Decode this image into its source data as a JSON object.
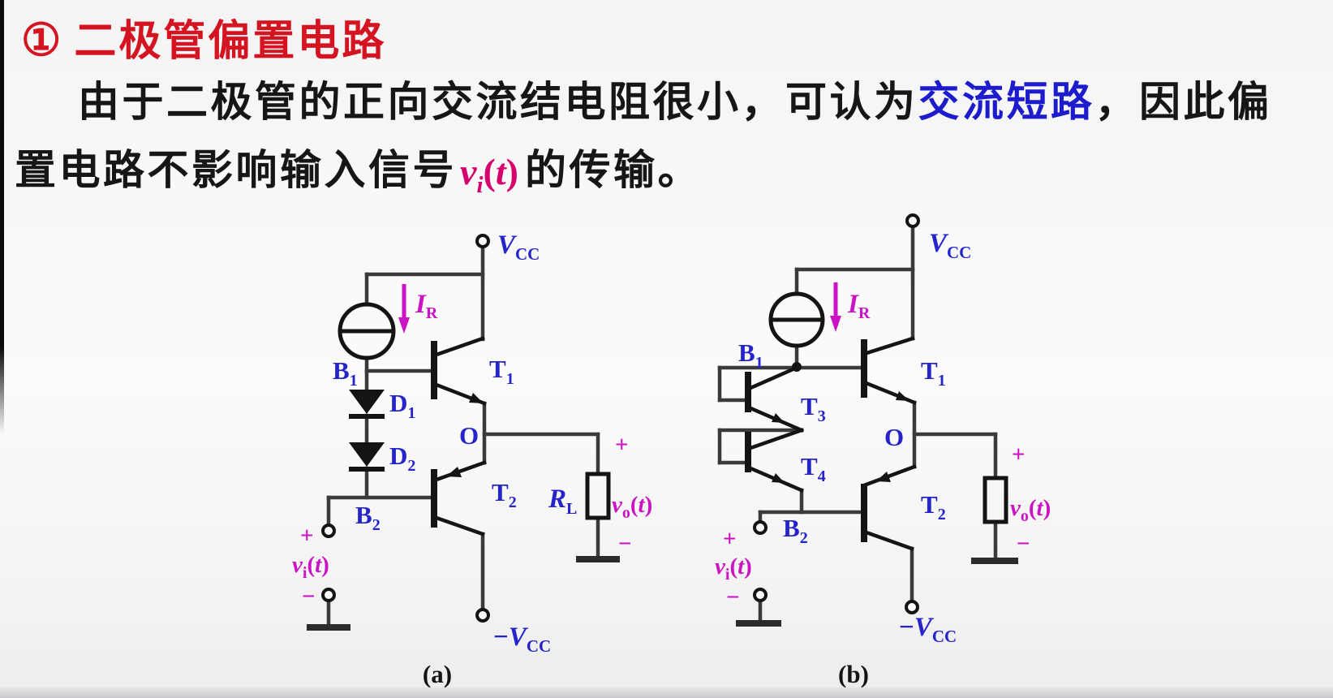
{
  "header": {
    "badge": "①",
    "title": "二极管偏置电路"
  },
  "paragraph": {
    "line1_part1": "由于二极管的正向交流结电阻很小，可认为",
    "line1_highlight": "交流短路",
    "line1_part2": "，因此偏",
    "line2_part1": "置电路不影响输入信号",
    "line2_part2": "的传输。"
  },
  "signals": {
    "vcc": {
      "base": "V",
      "sub": "CC"
    },
    "neg": "−",
    "ir": {
      "base": "I",
      "sub": "R"
    },
    "vi": {
      "base": "v",
      "sub": "i"
    },
    "vo": {
      "base": "v",
      "sub": "o"
    },
    "rl": {
      "base": "R",
      "sub": "L"
    },
    "plus": "+",
    "minus": "−",
    "open": "(",
    "t": "t",
    "close": ")"
  },
  "circuit_a": {
    "caption": "(a)",
    "labels": {
      "b1": {
        "base": "B",
        "sub": "1"
      },
      "b2": {
        "base": "B",
        "sub": "2"
      },
      "d1": {
        "base": "D",
        "sub": "1"
      },
      "d2": {
        "base": "D",
        "sub": "2"
      },
      "t1": {
        "base": "T",
        "sub": "1"
      },
      "t2": {
        "base": "T",
        "sub": "2"
      },
      "o": "O"
    }
  },
  "circuit_b": {
    "caption": "(b)",
    "labels": {
      "b1": {
        "base": "B",
        "sub": "1"
      },
      "b2": {
        "base": "B",
        "sub": "2"
      },
      "t1": {
        "base": "T",
        "sub": "1"
      },
      "t2": {
        "base": "T",
        "sub": "2"
      },
      "t3": {
        "base": "T",
        "sub": "3"
      },
      "t4": {
        "base": "T",
        "sub": "4"
      },
      "o": "O"
    }
  },
  "colors": {
    "title_red": "#d41421",
    "keyword_blue": "#1c1ccd",
    "label_blue": "#2424c9",
    "signal_magenta": "#cb12c4",
    "paragraph_signal_pink": "#d4006e",
    "body_ink": "#161616",
    "wire_gray": "#3a3a3a",
    "background": "#f6f6f7"
  }
}
